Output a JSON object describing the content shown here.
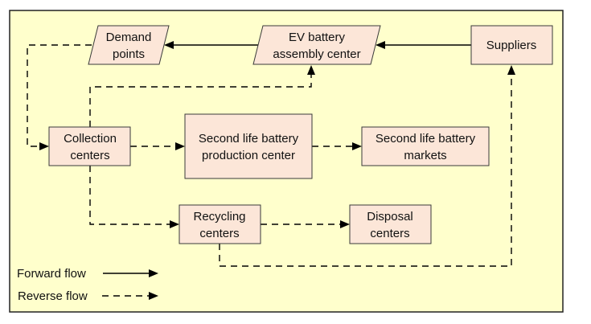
{
  "colors": {
    "background": "#ffffcc",
    "node_fill": "#fce6d8",
    "line": "#000000"
  },
  "nodes": {
    "demand_points": {
      "line1": "Demand",
      "line2": "points",
      "shape": "parallelogram"
    },
    "ev_assembly": {
      "line1": "EV battery",
      "line2": "assembly center",
      "shape": "parallelogram"
    },
    "suppliers": {
      "line1": "Suppliers",
      "shape": "rectangle"
    },
    "collection_centers": {
      "line1": "Collection",
      "line2": "centers",
      "shape": "rectangle"
    },
    "second_life_production": {
      "line1": "Second life battery",
      "line2": "production center",
      "shape": "rectangle"
    },
    "second_life_markets": {
      "line1": "Second life battery",
      "line2": "markets",
      "shape": "rectangle"
    },
    "recycling_centers": {
      "line1": "Recycling",
      "line2": "centers",
      "shape": "rectangle"
    },
    "disposal_centers": {
      "line1": "Disposal",
      "line2": "centers",
      "shape": "rectangle"
    }
  },
  "edges": [
    {
      "from": "Suppliers",
      "to": "EV battery assembly center",
      "type": "forward"
    },
    {
      "from": "EV battery assembly center",
      "to": "Demand points",
      "type": "forward"
    },
    {
      "from": "Demand points",
      "to": "Collection centers",
      "type": "reverse"
    },
    {
      "from": "Collection centers",
      "to": "EV battery assembly center",
      "type": "reverse"
    },
    {
      "from": "Collection centers",
      "to": "Second life battery production center",
      "type": "reverse"
    },
    {
      "from": "Second life battery production center",
      "to": "Second life battery markets",
      "type": "reverse"
    },
    {
      "from": "Collection centers",
      "to": "Recycling centers",
      "type": "reverse"
    },
    {
      "from": "Recycling centers",
      "to": "Disposal centers",
      "type": "reverse"
    },
    {
      "from": "Recycling centers",
      "to": "Suppliers",
      "type": "reverse"
    }
  ],
  "legend": {
    "forward": "Forward flow",
    "reverse": "Reverse flow"
  }
}
